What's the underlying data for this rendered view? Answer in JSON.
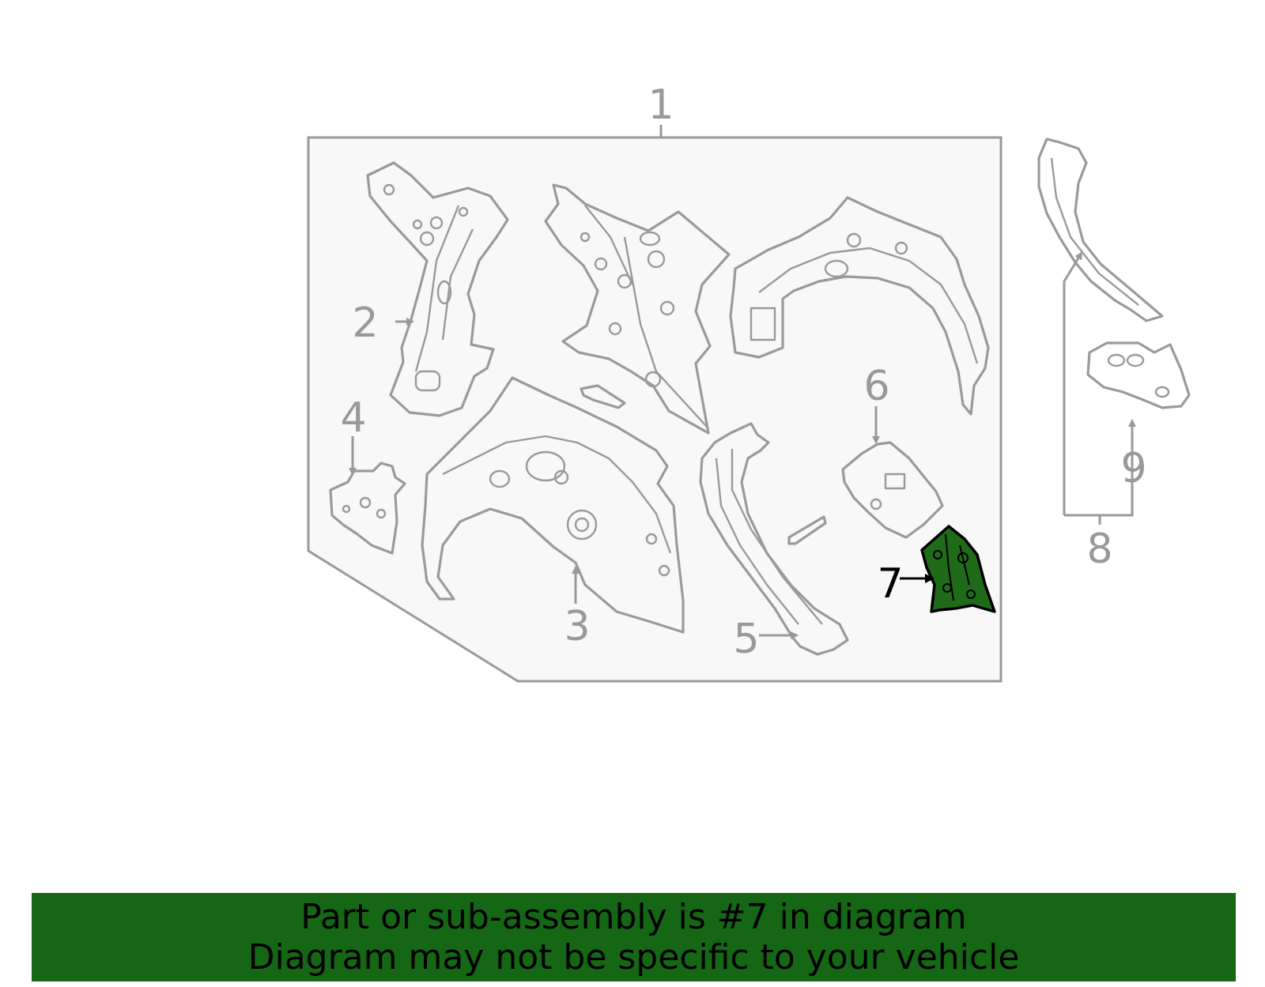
{
  "callouts": {
    "c1": "1",
    "c2": "2",
    "c3": "3",
    "c4": "4",
    "c5": "5",
    "c6": "6",
    "c7": "7",
    "c8": "8",
    "c9": "9"
  },
  "highlighted_part": "7",
  "colors": {
    "banner_bg": "#156615",
    "highlight_fill": "#1f6b1a",
    "line_gray": "#9a9a9a",
    "panel_bg": "#f8f8f8"
  },
  "banner": {
    "line1": "Part or sub-assembly is #7 in diagram",
    "line2": "Diagram may not be specific to your vehicle"
  }
}
